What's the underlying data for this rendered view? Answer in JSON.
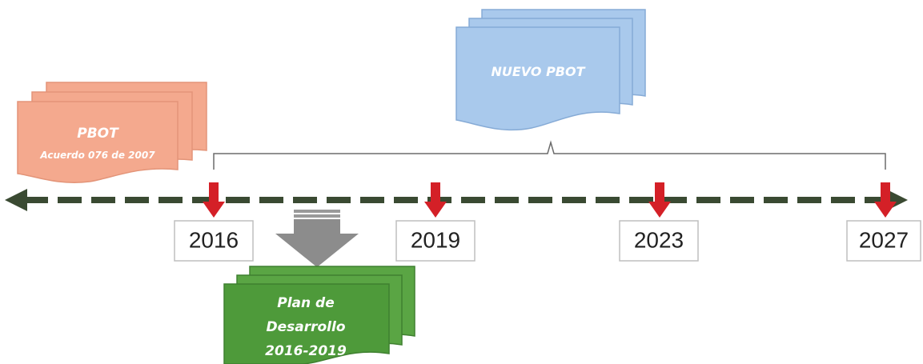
{
  "colors": {
    "timeline": "#3a4a32",
    "marker": "#d42027",
    "pbot_fill": "#f4a98e",
    "pbot_stroke": "#d98a70",
    "nuevo_fill": "#9fc3ea",
    "nuevo_stroke": "#7ea7d4",
    "plan_fill": "#4e9a3a",
    "plan_stroke": "#3a7a2a",
    "arrow_down": "#8c8c8c",
    "bracket": "#666666",
    "year_box_border": "#bfbfbf"
  },
  "documents": {
    "pbot": {
      "title": "PBOT",
      "subtitle": "Acuerdo 076 de 2007"
    },
    "nuevo_pbot": {
      "title": "NUEVO PBOT"
    },
    "plan_desarrollo": {
      "line1": "Plan de",
      "line2": "Desarrollo",
      "line3": "2016-2019"
    }
  },
  "timeline": {
    "years": [
      "2016",
      "2019",
      "2023",
      "2027"
    ]
  },
  "icons": {
    "left_arrowhead": "arrow-left-icon",
    "right_arrowhead": "arrow-right-icon",
    "year_marker": "arrow-down-icon",
    "transition": "block-arrow-down-icon"
  }
}
